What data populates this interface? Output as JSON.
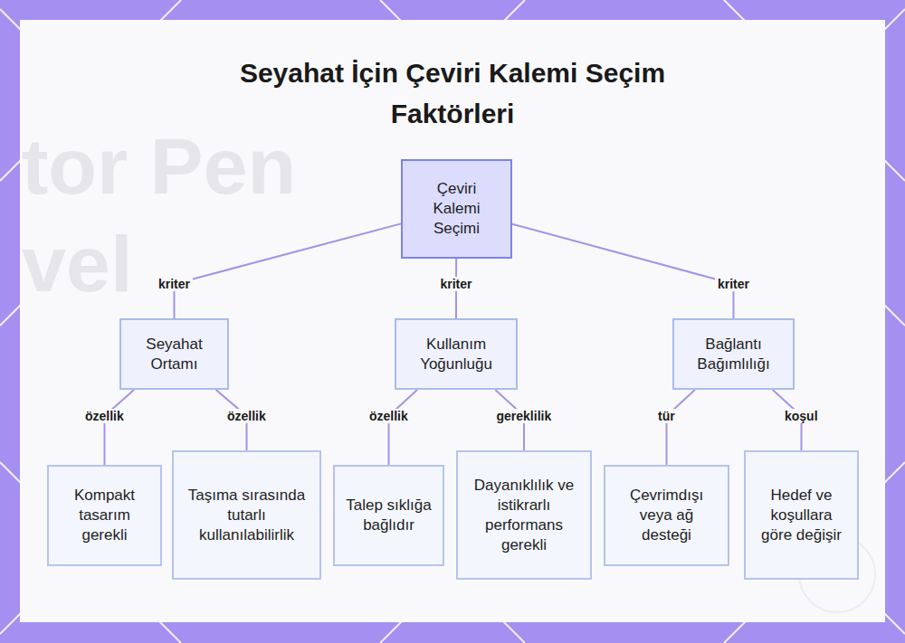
{
  "diagram": {
    "title": "Seyahat İçin Çeviri Kalemi Seçim Faktörleri",
    "nodes": [
      {
        "text": [
          "Çeviri Kalemi Seçimi"
        ]
      },
      {
        "text": [
          "Seyahat Ortamı"
        ]
      },
      {
        "text": [
          "Kullanım Yoğunluğu"
        ]
      },
      {
        "text": [
          "Bağlantı Bağımlılığı"
        ]
      },
      {
        "text": [
          "Kompakt tasarım gerekli"
        ]
      },
      {
        "text": [
          "Taşıma sırasında tutarlı kullanılabilirlik"
        ]
      },
      {
        "text": [
          "Talep sıklığa bağlıdır"
        ]
      },
      {
        "text": [
          "Dayanıklılık ve istikrarlı performans gerekli"
        ]
      },
      {
        "text": [
          "Çevrimdışı veya ağ desteği"
        ]
      },
      {
        "text": [
          "Hedef ve koşullara göre değişir"
        ]
      }
    ],
    "edges": [
      {
        "from": 0,
        "to": 1,
        "label": "kriter",
        "arrow": "none"
      },
      {
        "from": 0,
        "to": 2,
        "label": "kriter",
        "arrow": "none"
      },
      {
        "from": 0,
        "to": 3,
        "label": "kriter",
        "arrow": "none"
      },
      {
        "from": 1,
        "to": 4,
        "label": "özellik",
        "arrow": "none"
      },
      {
        "from": 1,
        "to": 5,
        "label": "özellik",
        "arrow": "none"
      },
      {
        "from": 2,
        "to": 6,
        "label": "özellik",
        "arrow": "none"
      },
      {
        "from": 2,
        "to": 7,
        "label": "gereklilik",
        "arrow": "none"
      },
      {
        "from": 3,
        "to": 8,
        "label": "tür",
        "arrow": "none"
      },
      {
        "from": 3,
        "to": 9,
        "label": "koşul",
        "arrow": "none"
      }
    ],
    "labels": [
      "tor Pen",
      "vel"
    ]
  }
}
